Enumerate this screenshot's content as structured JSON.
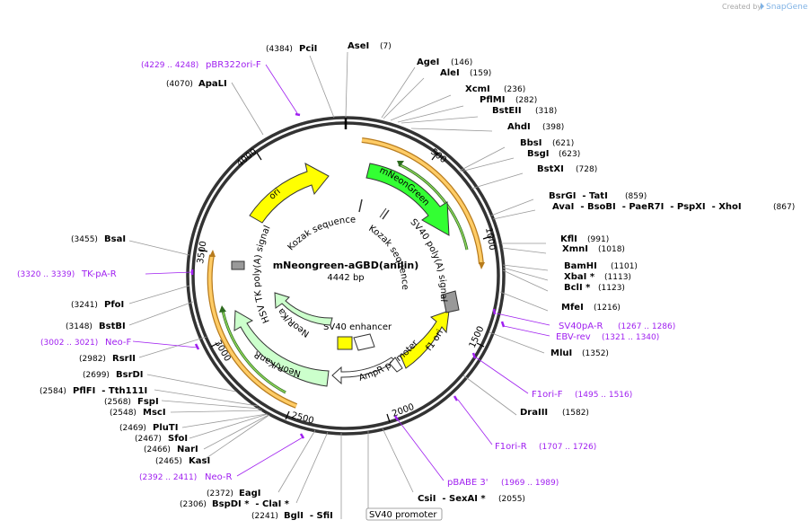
{
  "credit": "Created by",
  "brand": "SnapGene",
  "plasmid": {
    "name": "mNeongreen-aGBD(anilin)",
    "length": "4442 bp"
  },
  "ticks": [
    "500",
    "1000",
    "1500",
    "2000",
    "2500",
    "3000",
    "3500",
    "4000"
  ],
  "colors": {
    "primer": "#a020f0",
    "mNeonGreen": "#33ff33",
    "ori": "#ffff00",
    "neo": "#ccffcc",
    "orf": "#ffcc66",
    "misc": "#999999"
  },
  "features": {
    "mNeonGreen": "mNeonGreen",
    "ori": "ori",
    "f1ori": "f1 ori",
    "ampr_promoter": "AmpR promoter",
    "sv40_enhancer": "SV40 enhancer",
    "neo1": "NeoR/KanR",
    "neo2": "NeoR/KanR",
    "sv40_polyA": "SV40 poly(A) signal",
    "hsv_polyA": "HSV TK poly(A) signal",
    "kozak1": "Kozak sequence",
    "kozak2": "Kozak sequence",
    "sv40_promoter": "SV40 promoter"
  },
  "enzymes": [
    {
      "name": "AseI",
      "pos": "(7)"
    },
    {
      "name": "PciI",
      "pos": "(4384)"
    },
    {
      "name": "AgeI",
      "pos": "(146)"
    },
    {
      "name": "AleI",
      "pos": "(159)"
    },
    {
      "name": "XcmI",
      "pos": "(236)"
    },
    {
      "name": "PflMI",
      "pos": "(282)"
    },
    {
      "name": "BstEII",
      "pos": "(318)"
    },
    {
      "name": "AhdI",
      "pos": "(398)"
    },
    {
      "name": "BbsI",
      "pos": "(621)"
    },
    {
      "name": "BsgI",
      "pos": "(623)"
    },
    {
      "name": "BstXI",
      "pos": "(728)"
    },
    {
      "name": "BsrGI  - TatI",
      "pos": "(859)"
    },
    {
      "name": "AvaI  - BsoBI  - PaeR7I  - PspXI  - XhoI",
      "pos": "(867)"
    },
    {
      "name": "KflI",
      "pos": "(991)"
    },
    {
      "name": "XmnI",
      "pos": "(1018)"
    },
    {
      "name": "BamHI",
      "pos": "(1101)"
    },
    {
      "name": "XbaI *",
      "pos": "(1113)"
    },
    {
      "name": "BclI *",
      "pos": "(1123)"
    },
    {
      "name": "MfeI",
      "pos": "(1216)"
    },
    {
      "name": "MluI",
      "pos": "(1352)"
    },
    {
      "name": "DraIII",
      "pos": "(1582)"
    },
    {
      "name": "CsiI  - SexAI *",
      "pos": "(2055)"
    },
    {
      "name": "BglI  - SfiI",
      "pos": "(2241)"
    },
    {
      "name": "BspDI *  - ClaI *",
      "pos": "(2306)"
    },
    {
      "name": "EagI",
      "pos": "(2372)"
    },
    {
      "name": "KasI",
      "pos": "(2465)"
    },
    {
      "name": "NarI",
      "pos": "(2466)"
    },
    {
      "name": "SfoI",
      "pos": "(2467)"
    },
    {
      "name": "PluTI",
      "pos": "(2469)"
    },
    {
      "name": "MscI",
      "pos": "(2548)"
    },
    {
      "name": "FspI",
      "pos": "(2568)"
    },
    {
      "name": "PflFI  - Tth111I",
      "pos": "(2584)"
    },
    {
      "name": "BsrDI",
      "pos": "(2699)"
    },
    {
      "name": "RsrII",
      "pos": "(2982)"
    },
    {
      "name": "BstBI",
      "pos": "(3148)"
    },
    {
      "name": "PfoI",
      "pos": "(3241)"
    },
    {
      "name": "BsaI",
      "pos": "(3455)"
    },
    {
      "name": "ApaLI",
      "pos": "(4070)"
    }
  ],
  "primers": [
    {
      "name": "pBR322ori-F",
      "pos": "(4229 .. 4248)"
    },
    {
      "name": "SV40pA-R",
      "pos": "(1267 .. 1286)"
    },
    {
      "name": "EBV-rev",
      "pos": "(1321 .. 1340)"
    },
    {
      "name": "F1ori-F",
      "pos": "(1495 .. 1516)"
    },
    {
      "name": "F1ori-R",
      "pos": "(1707 .. 1726)"
    },
    {
      "name": "pBABE 3'",
      "pos": "(1969 .. 1989)"
    },
    {
      "name": "Neo-R",
      "pos": "(2392 .. 2411)"
    },
    {
      "name": "Neo-F",
      "pos": "(3002 .. 3021)"
    },
    {
      "name": "TK-pA-R",
      "pos": "(3320 .. 3339)"
    }
  ]
}
